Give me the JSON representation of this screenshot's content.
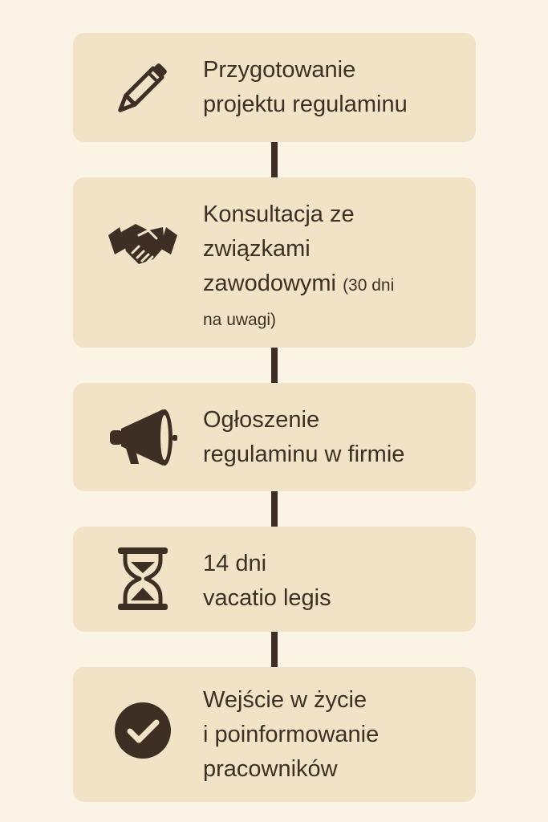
{
  "steps": [
    {
      "icon": "pencil-icon",
      "lines": [
        "Przygotowanie",
        "projektu regulaminu"
      ]
    },
    {
      "icon": "handshake-icon",
      "lines": [
        "Konsultacja ze",
        "związkami",
        "zawodowymi"
      ],
      "note_a": "(30 dni",
      "note_b": "na uwagi)"
    },
    {
      "icon": "megaphone-icon",
      "lines": [
        "Ogłoszenie",
        "regulaminu w firmie"
      ]
    },
    {
      "icon": "hourglass-icon",
      "lines": [
        "14 dni",
        "vacatio legis"
      ]
    },
    {
      "icon": "check-circle-icon",
      "lines": [
        "Wejście w życie",
        "i poinformowanie",
        "pracowników"
      ]
    }
  ],
  "colors": {
    "background": "#FBF3E6",
    "card": "#F3E3C6",
    "ink": "#3E2F25"
  }
}
